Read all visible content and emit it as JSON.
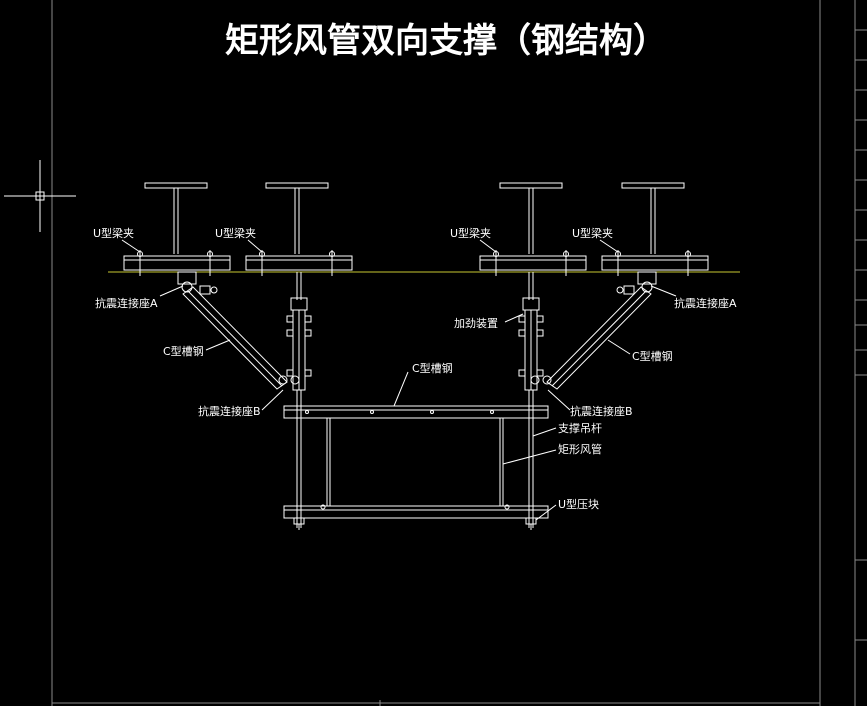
{
  "drawing": {
    "title": "矩形风管双向支撑（钢结构）",
    "labels": {
      "u_clamp_1": "U型梁夹",
      "u_clamp_2": "U型梁夹",
      "u_clamp_3": "U型梁夹",
      "u_clamp_4": "U型梁夹",
      "seat_a_left": "抗震连接座A",
      "seat_a_right": "抗震连接座A",
      "c_channel_left": "C型槽钢",
      "c_channel_right": "C型槽钢",
      "c_channel_center": "C型槽钢",
      "stiffener": "加劲装置",
      "seat_b_left": "抗震连接座B",
      "seat_b_right": "抗震连接座B",
      "hanger_rod": "支撑吊杆",
      "duct": "矩形风管",
      "u_press": "U型压块"
    }
  },
  "colors": {
    "background": "#000000",
    "lines": "#ffffff",
    "frame": "#8a8a8a",
    "beam_line": "#c8c832"
  },
  "icons": {
    "crosshair": "crosshair-cursor-icon"
  }
}
